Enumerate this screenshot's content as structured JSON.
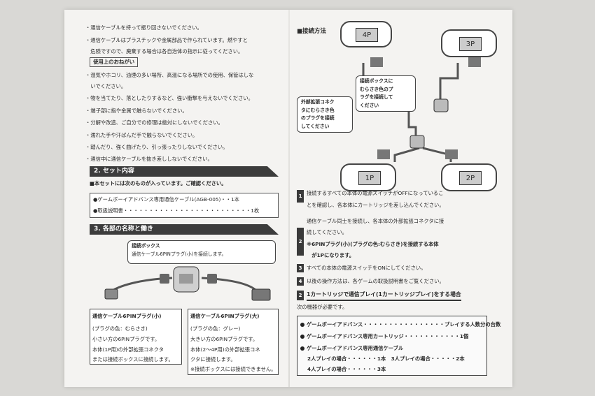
{
  "left": {
    "cautions_top": [
      "・通信ケーブルを持って振り回さないでください。",
      "・通信ケーブルはプラスチックや金属部品で作られています。燃やすと",
      "　危険ですので、廃棄する場合は各自治体の指示に従ってください。"
    ],
    "usage_heading": "使用上のおねがい",
    "usage_items": [
      "・湿気やホコリ、油煙の多い場所、高温になる場所での使用、保管はしな",
      "　いでください。",
      "・物を当てたり、落としたりするなど、強い衝撃を与えないでください。",
      "・端子部に指や金属で触らないでください。",
      "・分解や改造、ご自分での修理は絶対にしないでください。",
      "・濡れた手や汗ばんだ手で触らないでください。",
      "・踏んだり、強く曲げたり、引っ張ったりしないでください。",
      "・通信中に通信ケーブルを抜き差ししないでください。"
    ],
    "section2_title": "2. セット内容",
    "section2_intro": "■本セットには次のものが入っています。ご確認ください。",
    "set_items": [
      {
        "name": "●ゲームボーイアドバンス専用通信ケーブル(AGB-005)・・1本"
      },
      {
        "name": "●取扱説明書・・・・・・・・・・・・・・・・・・・・・・・・・1枚"
      }
    ],
    "section3_title": "3. 各部の名称と働き",
    "connect_box_label": "接続ボックス",
    "connect_box_desc": "通信ケーブル6PINプラグ(小)を接続します。",
    "small_plug": {
      "title": "通信ケーブル6PINプラグ(小)",
      "color": "(プラグの色：むらさき)",
      "lines": [
        "小さい方の6PINプラグです。",
        "本体(1P用)の外部拡張コネクタ",
        "または接続ボックスに接続します。"
      ]
    },
    "large_plug": {
      "title": "通信ケーブル6PINプラグ(大)",
      "color": "(プラグの色：グレー)",
      "lines": [
        "大きい方の6PINプラグです。",
        "本体(2〜4P用)の外部拡張コネ",
        "クタに接続します。"
      ],
      "note": "※接続ボックスには接続できません。"
    }
  },
  "right": {
    "method_title": "■接続方法",
    "players": [
      "4P",
      "3P",
      "1P",
      "2P"
    ],
    "callout_a": [
      "接続ボックスに",
      "むらさき色のプ",
      "ラグを接続して",
      "ください"
    ],
    "callout_b": [
      "外部拡張コネク",
      "タにむらさき色",
      "のプラグを接続",
      "してください"
    ],
    "steps": [
      {
        "num": "1",
        "lines": [
          "接続するすべての本体の電源スイッチがOFFになっているこ",
          "とを確認し、各本体にカートリッジを差し込んでください。"
        ]
      },
      {
        "num": "2",
        "lines": [
          "通信ケーブル同士を接続し、各本体の外部拡張コネクタに接",
          "続してください。",
          "※6PINプラグ(小)(プラグの色:むらさき)を接続する本体",
          "　が1Pになります。"
        ]
      },
      {
        "num": "3",
        "lines": [
          "すべての本体の電源スイッチをONにしてください。"
        ]
      },
      {
        "num": "4",
        "lines": [
          "以後の操作方法は、各ゲームの取扱説明書をご覧ください。"
        ]
      }
    ],
    "subsection_num": "2",
    "subsection_title": "1カートリッジで通信プレイ(1カートリッジプレイ)をする場合",
    "needs": "次の機器が必要です。",
    "needs_items": [
      {
        "label": "ゲームボーイアドバンス・・・・・・・・・・・・・・・・プレイする人数分の台数"
      },
      {
        "label": "ゲームボーイアドバンス専用カートリッジ・・・・・・・・・・・1個"
      },
      {
        "label": "ゲームボーイアドバンス専用通信ケーブル"
      }
    ],
    "cable_counts": [
      "2人プレイの場合・・・・・・1本　3人プレイの場合・・・・・2本",
      "4人プレイの場合・・・・・・3本"
    ]
  }
}
